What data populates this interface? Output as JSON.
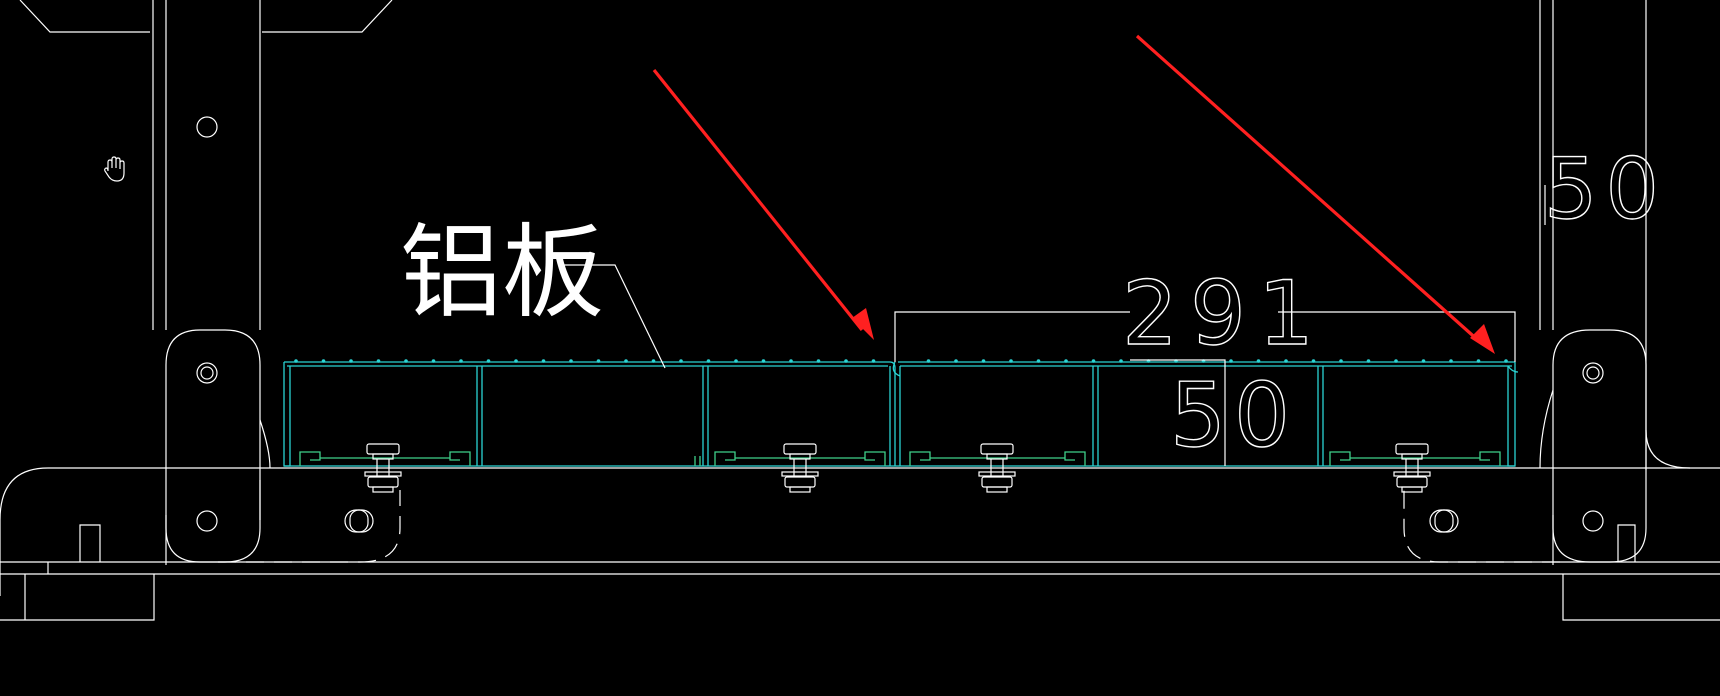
{
  "annotations": {
    "material_label": "铝板",
    "dim_width": "291",
    "dim_height": "50",
    "dim_edge": "50"
  },
  "colors": {
    "background": "#000000",
    "linework": "#ffffff",
    "panel": "#2ad3d3",
    "channel": "#3fd08a",
    "arrow": "#ff2020"
  },
  "icons": {
    "cursor": "pan-hand-icon"
  }
}
